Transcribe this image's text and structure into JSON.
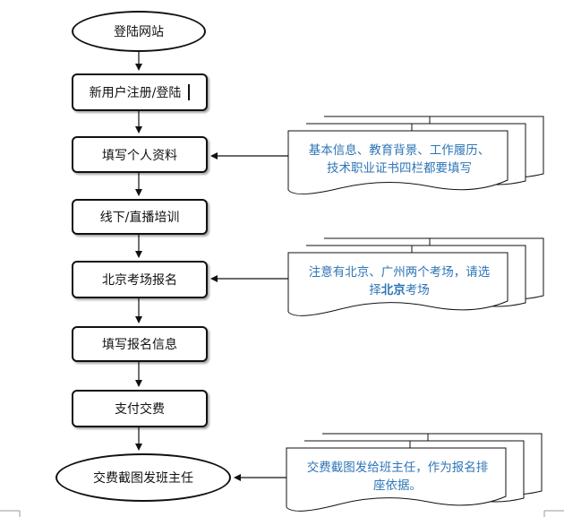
{
  "flow": {
    "step1": "登陆网站",
    "step2": "新用户注册/登陆",
    "step3": "填写个人资料",
    "step4": "线下/直播培训",
    "step5": "北京考场报名",
    "step6": "填写报名信息",
    "step7": "支付交费",
    "step8": "交费截图发班主任"
  },
  "notes": {
    "note1_line1": "基本信息、教育背景、工作履历、",
    "note1_line2": "技术职业证书四栏都要填写",
    "note2_line1": "注意有北京、广州两个考场，请选",
    "note2_line2_pre": "择",
    "note2_line2_bold": "北京",
    "note2_line2_post": "考场",
    "note3_line1": "交费截图发给班主任，作为报名排",
    "note3_line2": "座依据。"
  },
  "colors": {
    "note_text": "#2e75b6",
    "stroke": "#111111"
  }
}
